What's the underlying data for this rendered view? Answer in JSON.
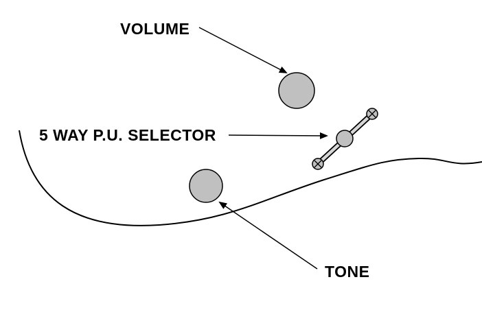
{
  "diagram": {
    "title": "guitar-controls-diagram",
    "labels": {
      "volume": "VOLUME",
      "selector": "5 WAY P.U. SELECTOR",
      "tone": "TONE"
    },
    "colors": {
      "knob_fill": "#c0c0c0",
      "lever_fill": "#d6d6d6",
      "line": "#000000",
      "background": "#ffffff"
    }
  }
}
